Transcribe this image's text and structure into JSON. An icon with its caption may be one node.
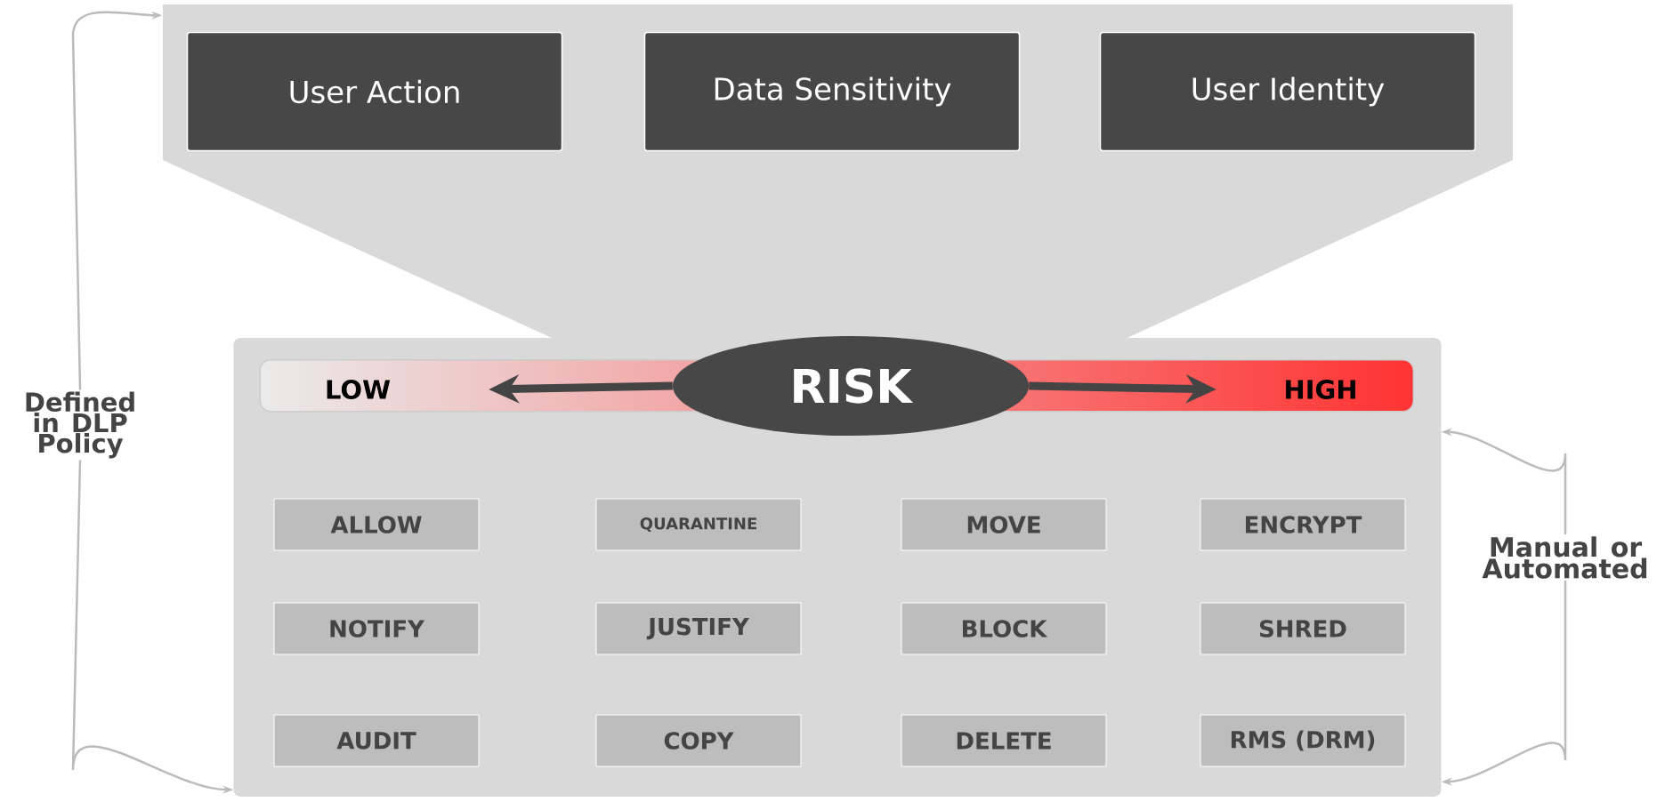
{
  "diagram": {
    "nodes": [
      {
        "text": [],
        "shape": "funnel"
      },
      {
        "text": [
          "User Action"
        ],
        "in": 0
      },
      {
        "text": [
          "Data Sensitivity"
        ],
        "in": 0
      },
      {
        "text": [
          "User Identity"
        ],
        "in": 0
      },
      {
        "text": [
          "Defined in DLP Policy"
        ]
      },
      {
        "text": [],
        "shape": "box"
      },
      {
        "text": [
          "LOW"
        ],
        "in": 5
      },
      {
        "text": [
          "RISK"
        ],
        "in": 5
      },
      {
        "text": [
          "HIGH"
        ],
        "in": 5
      },
      {
        "text": [
          "Manual or Automated"
        ]
      },
      {
        "text": [
          "ALLOW"
        ],
        "in": 5
      },
      {
        "text": [
          "QUARANTINE"
        ],
        "in": 5
      },
      {
        "text": [
          "MOVE"
        ],
        "in": 5
      },
      {
        "text": [
          "ENCRYPT"
        ],
        "in": 5
      },
      {
        "text": [
          "NOTIFY"
        ],
        "in": 5
      },
      {
        "text": [
          "JUSTIFY"
        ],
        "in": 5
      },
      {
        "text": [
          "BLOCK"
        ],
        "in": 5
      },
      {
        "text": [
          "SHRED"
        ],
        "in": 5
      },
      {
        "text": [
          "AUDIT"
        ],
        "in": 5
      },
      {
        "text": [
          "COPY"
        ],
        "in": 5
      },
      {
        "text": [
          "DELETE"
        ],
        "in": 5
      },
      {
        "text": [
          "RMS (DRM)"
        ],
        "in": 5
      }
    ],
    "edges": [
      {
        "from": 4,
        "to": 0,
        "arrow": "to"
      },
      {
        "from": 4,
        "to": 5,
        "arrow": "to"
      },
      {
        "from": 7,
        "to": 6,
        "arrow": "to",
        "style": "thick",
        "color": "#444444"
      },
      {
        "from": 7,
        "to": 8,
        "arrow": "to",
        "style": "thick",
        "color": "#444444"
      },
      {
        "from": 9,
        "to": 5,
        "arrow": "to"
      },
      {
        "from": 9,
        "to": 5,
        "arrow": "to"
      }
    ]
  }
}
